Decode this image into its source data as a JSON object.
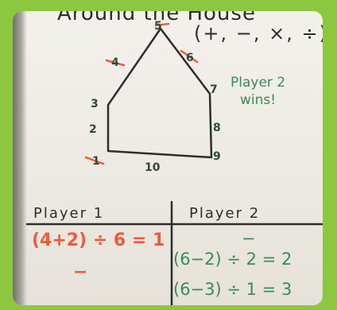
{
  "title_text": "Around the House",
  "operations": "(+, −, ×, ÷)",
  "numbers": [
    "1",
    "2",
    "3",
    "4",
    "5",
    "6",
    "7",
    "8",
    "9",
    "10"
  ],
  "winner_line1": "Player 2",
  "winner_line2": "wins!",
  "table": {
    "header_left": "Player 1",
    "header_right": "Player 2",
    "p1_row1": "(4+2) ÷ 6 = 1",
    "p1_row2": "−",
    "p2_row1": "−",
    "p2_row2": "(6−2) ÷ 2 = 2",
    "p2_row3": "(6−3) ÷ 1 = 3"
  },
  "colors": {
    "frame": "#8dc63f",
    "marker_dark": "#2d2d2d",
    "marker_red": "#f05a3c",
    "marker_green": "#3b8a5a"
  }
}
